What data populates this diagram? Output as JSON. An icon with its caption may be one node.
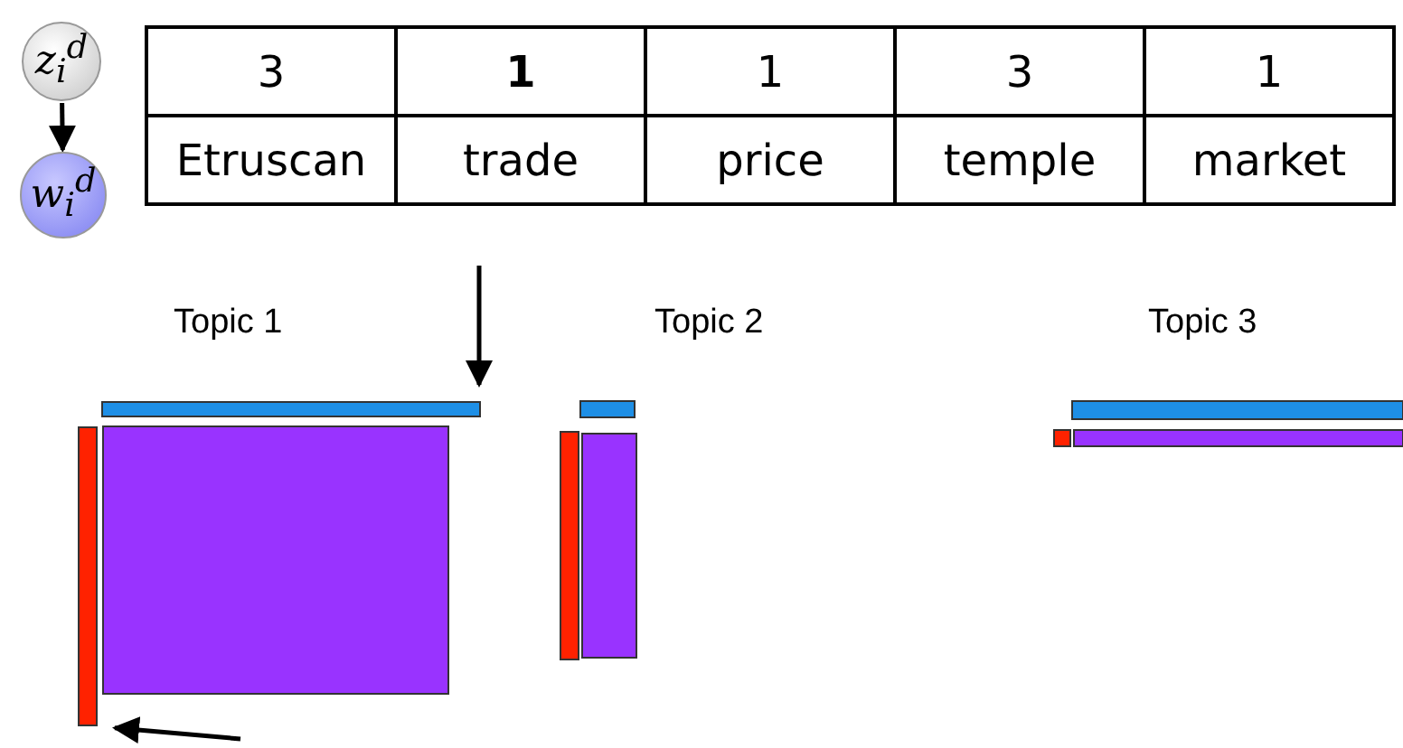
{
  "diagram": {
    "nodes": [
      {
        "text": [
          "z$_{i}$$^{d}$"
        ]
      },
      {
        "text": [
          "w$_{i}$$^{d}$"
        ]
      },
      {
        "text": [],
        "shape": "bar"
      },
      {
        "text": [],
        "shape": "bar"
      }
    ],
    "edges": [
      {
        "from": 0,
        "to": 1,
        "arrow": "to"
      },
      {
        "from": null,
        "to": 2,
        "arrow": "to"
      },
      {
        "from": null,
        "to": 3,
        "arrow": "to"
      }
    ],
    "labels": [
      "3",
      "1",
      "1",
      "3",
      "1",
      "Etruscan",
      "trade",
      "price",
      "temple",
      "market",
      "Topic 1",
      "Topic 2",
      "Topic 3"
    ]
  }
}
